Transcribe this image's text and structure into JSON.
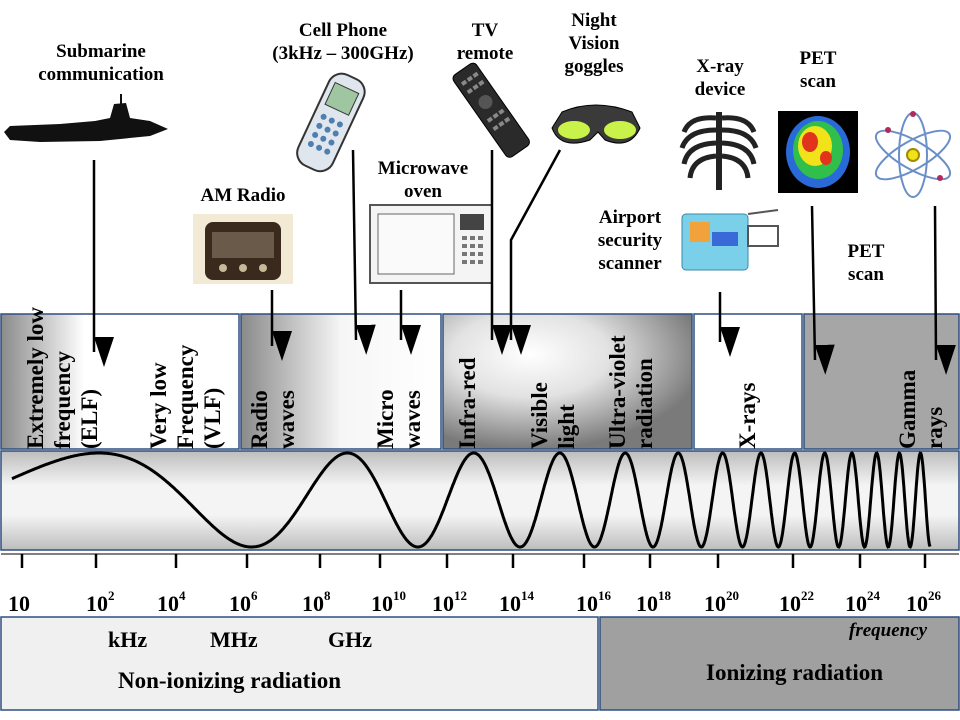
{
  "sources": [
    {
      "id": "submarine",
      "lines": [
        "Submarine",
        "communication"
      ]
    },
    {
      "id": "cell-phone",
      "lines": [
        "Cell Phone",
        "(3kHz – 300GHz)"
      ]
    },
    {
      "id": "tv-remote",
      "lines": [
        "TV",
        "remote"
      ]
    },
    {
      "id": "night-vision",
      "lines": [
        "Night",
        "Vision",
        "goggles"
      ]
    },
    {
      "id": "xray-device",
      "lines": [
        "X-ray",
        "device"
      ]
    },
    {
      "id": "pet-scan-top",
      "lines": [
        "PET",
        "scan"
      ]
    },
    {
      "id": "am-radio",
      "lines": [
        "AM Radio"
      ]
    },
    {
      "id": "microwave-oven",
      "lines": [
        "Microwave",
        "oven"
      ]
    },
    {
      "id": "airport-scanner",
      "lines": [
        "Airport",
        "security",
        "scanner"
      ]
    },
    {
      "id": "pet-scan-side",
      "lines": [
        "PET",
        "scan"
      ]
    }
  ],
  "bands": [
    {
      "id": "elf",
      "lines": [
        "Extremely low",
        "frequency",
        "(ELF)"
      ]
    },
    {
      "id": "vlf",
      "lines": [
        "Very low",
        "Frequency",
        "(VLF)"
      ]
    },
    {
      "id": "radio",
      "lines": [
        "Radio",
        "waves"
      ]
    },
    {
      "id": "micro",
      "lines": [
        "Micro",
        "waves"
      ]
    },
    {
      "id": "infrared",
      "lines": [
        "Infra-red"
      ]
    },
    {
      "id": "visible",
      "lines": [
        "Visible",
        "light"
      ]
    },
    {
      "id": "uv",
      "lines": [
        "Ultra-violet",
        "radiation"
      ]
    },
    {
      "id": "xrays",
      "lines": [
        "X-rays"
      ]
    },
    {
      "id": "gamma",
      "lines": [
        "Gamma",
        "rays"
      ]
    }
  ],
  "axis": {
    "ticks": [
      {
        "base": "10",
        "exp": ""
      },
      {
        "base": "10",
        "exp": "2"
      },
      {
        "base": "10",
        "exp": "4"
      },
      {
        "base": "10",
        "exp": "6"
      },
      {
        "base": "10",
        "exp": "8"
      },
      {
        "base": "10",
        "exp": "10"
      },
      {
        "base": "10",
        "exp": "12"
      },
      {
        "base": "10",
        "exp": "14"
      },
      {
        "base": "10",
        "exp": "16"
      },
      {
        "base": "10",
        "exp": "18"
      },
      {
        "base": "10",
        "exp": "20"
      },
      {
        "base": "10",
        "exp": "22"
      },
      {
        "base": "10",
        "exp": "24"
      },
      {
        "base": "10",
        "exp": "26"
      }
    ],
    "units": [
      "kHz",
      "MHz",
      "GHz"
    ],
    "frequency_label": "frequency"
  },
  "regions": {
    "non_ionizing": "Non-ionizing radiation",
    "ionizing": "Ionizing radiation"
  },
  "colors": {
    "band_gray": "#a6a6a6",
    "region_left": "#f0f0f0",
    "region_right": "#a0a0a0",
    "outline": "#2f4f7f"
  }
}
